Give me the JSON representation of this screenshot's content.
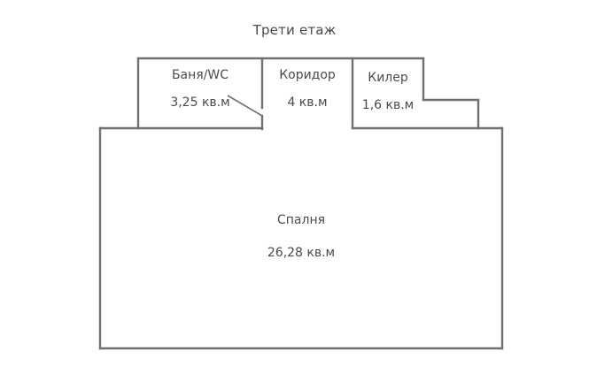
{
  "plan": {
    "title": "Трети етаж",
    "unit_suffix": "кв.м",
    "colors": {
      "wall": "#707070",
      "text": "#4a4a4a",
      "background": "#ffffff"
    },
    "rooms": [
      {
        "id": "bath",
        "name": "Баня/WC",
        "area": "3,25 кв.м",
        "area_value": 3.25
      },
      {
        "id": "corridor",
        "name": "Коридор",
        "area": "4 кв.м",
        "area_value": 4
      },
      {
        "id": "killer",
        "name": "Килер",
        "area": "1,6 кв.м",
        "area_value": 1.6
      },
      {
        "id": "bedroom",
        "name": "Спалня",
        "area": "26,28 кв.м",
        "area_value": 26.28
      }
    ]
  }
}
